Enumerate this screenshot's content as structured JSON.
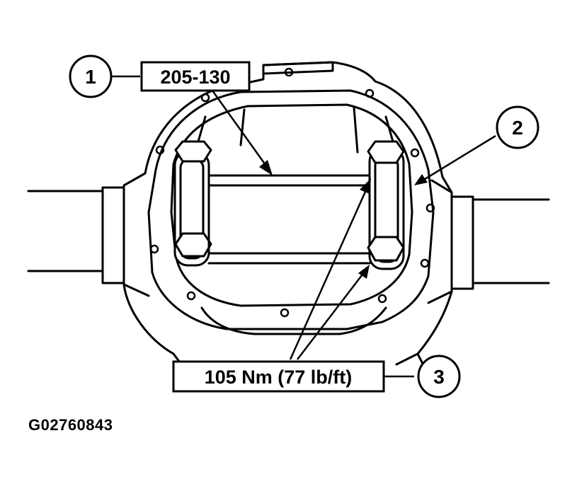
{
  "callouts": [
    {
      "number": "1",
      "label": "205-130"
    },
    {
      "number": "2",
      "label": ""
    },
    {
      "number": "3",
      "label": "105 Nm (77 lb/ft)"
    }
  ],
  "figure_id": "G02760843"
}
